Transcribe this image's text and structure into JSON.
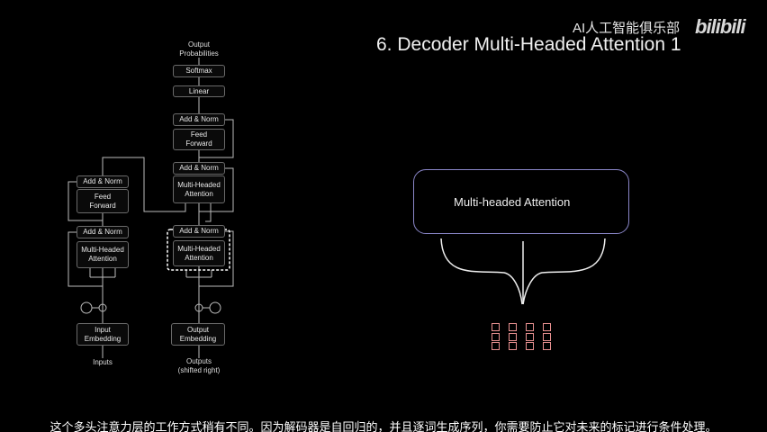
{
  "header": {
    "title": "6. Decoder Multi-Headed Attention 1",
    "channel": "AI人工智能俱乐部",
    "logo": "bilibili"
  },
  "diagram": {
    "output_probabilities": [
      "Output",
      "Probabilities"
    ],
    "softmax": "Softmax",
    "linear": "Linear",
    "add_norm": "Add & Norm",
    "feed_forward": [
      "Feed",
      "Forward"
    ],
    "multi_headed_attention": [
      "Multi-Headed",
      "Attention"
    ],
    "input_embedding": [
      "Input",
      "Embedding"
    ],
    "output_embedding": [
      "Output",
      "Embedding"
    ],
    "inputs": "Inputs",
    "outputs": [
      "Outputs",
      "(shifted right)"
    ]
  },
  "detail": {
    "box_label": "Multi-headed Attention",
    "head_columns": 4,
    "rows_per_column": 3
  },
  "colors": {
    "box_border": "#8a86c8",
    "cells": "#e89090"
  },
  "subtitle": "这个多头注意力层的工作方式稍有不同。因为解码器是自回归的，并且逐词生成序列，你需要防止它对未来的标记进行条件处理。"
}
